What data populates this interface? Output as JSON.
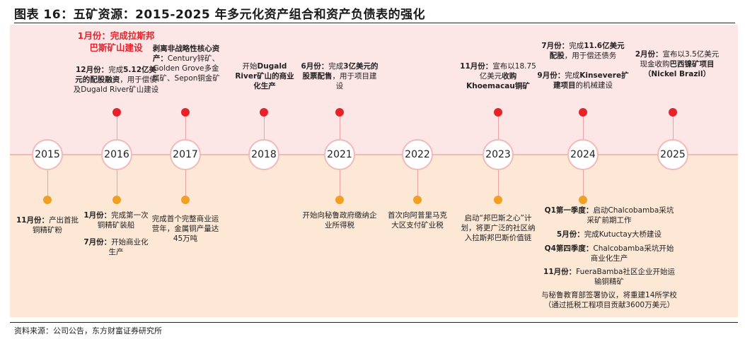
{
  "title": "图表 16：五矿资源：2015-2025 年多元化资产组合和资产负债表的强化",
  "source": "资料来源：公司公告，东方财富证券研究所",
  "years": [
    "2015",
    "2016",
    "2017",
    "2018",
    "2021",
    "2022",
    "2023",
    "2024",
    "2025"
  ],
  "colors": {
    "top_band": "#fde6e6",
    "bottom_band": "#fde8d6",
    "red_dot": "#e8222b",
    "orange_dot": "#f0a024"
  },
  "above": {
    "y2016_highlight": "1月份：完成拉斯邦巴斯矿山建设",
    "y2016_a_bold": "12月份：",
    "y2016_a_text": "完成",
    "y2016_a_bold2": "5.12亿美元的配股融资",
    "y2016_a_text2": "，用于偿债及Dugald River矿山建设",
    "y2017_bold": "剥离非战略性核心资产：",
    "y2017_text": "Century锌矿、Golden Grove多金属矿、Sepon铜金矿",
    "y2018_text": "开始",
    "y2018_bold": "Dugald River矿山的商业化生产",
    "y2021_bold": "6月份：",
    "y2021_text": "完成",
    "y2021_bold2": "3亿美元的股票配售",
    "y2021_text2": "，用于项目建设",
    "y2023_bold": "11月份：",
    "y2023_text": "宣布以18.75亿美元",
    "y2023_bold2": "收购Khoemacau铜矿",
    "y2024_a_bold": "7月份：",
    "y2024_a_text": "完成",
    "y2024_a_bold2": "11.6亿美元配股",
    "y2024_a_text2": "，用于偿还债务",
    "y2024_b_bold": "9月份：",
    "y2024_b_text": "完成",
    "y2024_b_bold2": "Kinsevere扩建项目",
    "y2024_b_text2": "的机械建设",
    "y2025_bold": "2月份：",
    "y2025_text": "宣布以3.5亿美元现金收购",
    "y2025_bold2": "巴西镍矿项目（Nickel Brazil）"
  },
  "below": {
    "y2015_bold": "11月份：",
    "y2015_text": "产出首批铜精矿粉",
    "y2016_a_bold": "1月份：",
    "y2016_a_text": "完成第一次铜精矿装船",
    "y2016_b_bold": "7月份：",
    "y2016_b_text": "开始商业化生产",
    "y2017_text": "完成首个完整商业运营年，金属铜产量达45万吨",
    "y2021_text": "开始向秘鲁政府缴纳企业所得税",
    "y2022_text": "首次向阿普里马克大区支付矿业税",
    "y2023_text": "启动“邦巴斯之心”计划，将更广泛的社区纳入拉斯邦巴斯价值链",
    "y2024_a_bold": "Q1第一季度：",
    "y2024_a_text": "启动Chalcobamba采坑采矿前期工作",
    "y2024_b_bold": "5月份：",
    "y2024_b_text": "完成Kutuctay大桥建设",
    "y2024_c_bold": "Q4第四季度：",
    "y2024_c_text": "Chalcobamba采坑开始商业化生产",
    "y2024_d_bold": "11月份：",
    "y2024_d_text": "FueraBamba社区企业开始运输铜精矿",
    "y2024_e_text": "与秘鲁教育部签署协议，将重建14所学校（通过抵税工程项目贡献3600万美元）"
  }
}
